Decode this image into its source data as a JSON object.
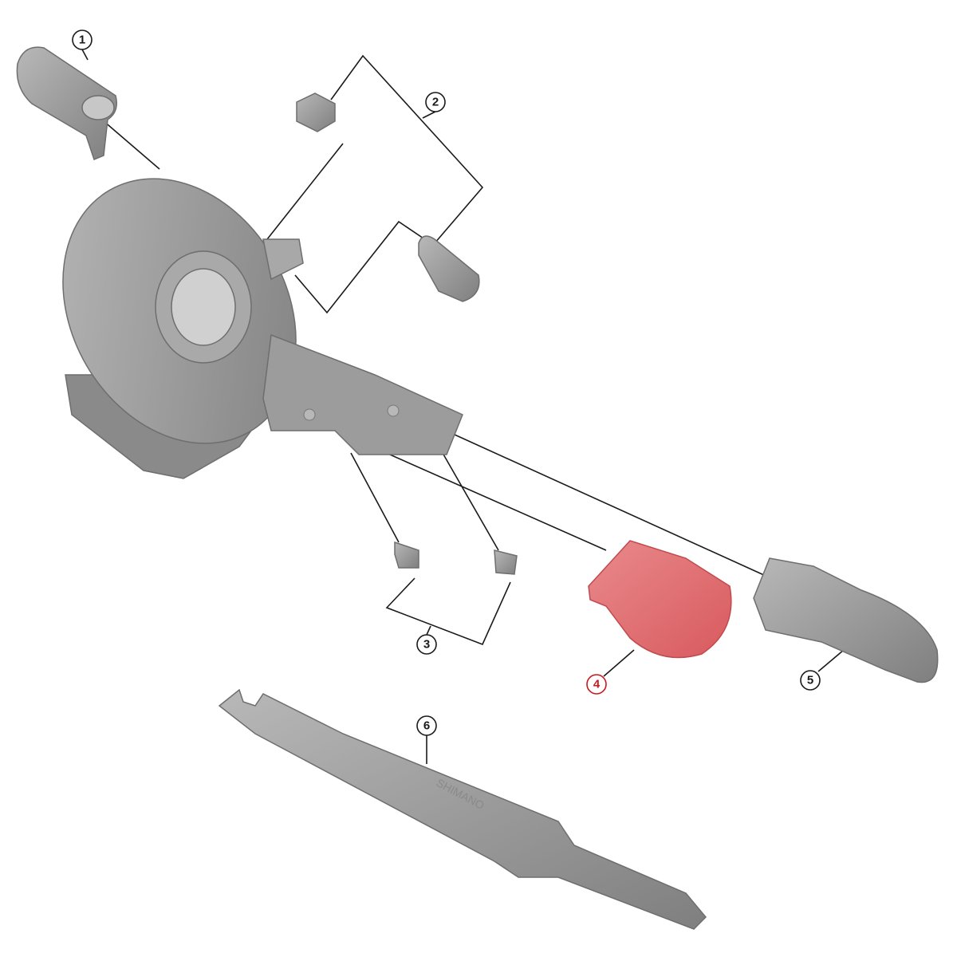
{
  "diagram": {
    "type": "exploded parts diagram",
    "colors": {
      "part_gray": "#9a9a9a",
      "highlight_red": "#e0666a",
      "callout_default": "#1a1a1a",
      "callout_highlight": "#c8191e"
    },
    "callouts": [
      {
        "id": "1",
        "label": "1",
        "highlighted": false
      },
      {
        "id": "2",
        "label": "2",
        "highlighted": false
      },
      {
        "id": "3",
        "label": "3",
        "highlighted": false
      },
      {
        "id": "4",
        "label": "4",
        "highlighted": true
      },
      {
        "id": "5",
        "label": "5",
        "highlighted": false
      },
      {
        "id": "6",
        "label": "6",
        "highlighted": false
      }
    ],
    "tool_logo_text": "SHIMANO"
  }
}
